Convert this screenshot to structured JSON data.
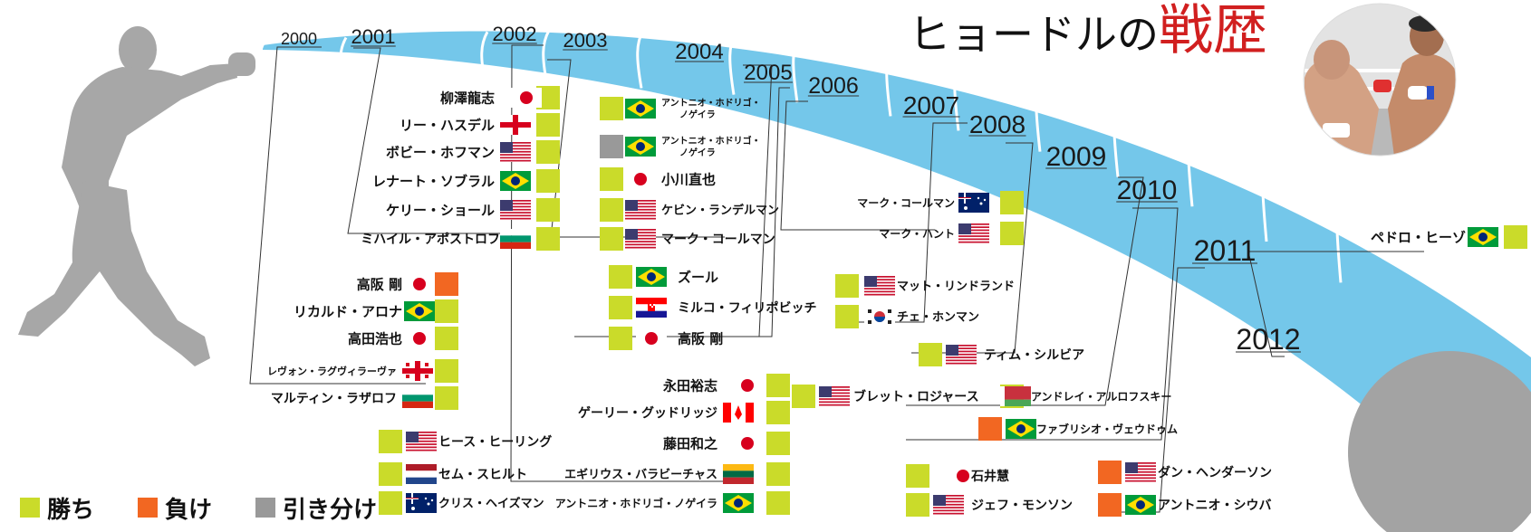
{
  "title": {
    "part1": "ヒョードルの",
    "part2": "戦歴"
  },
  "colors": {
    "win": "#cadb2a",
    "loss": "#f26722",
    "draw": "#999999",
    "arc": "#74c7ea",
    "figure": "#a7a7a7"
  },
  "legend": [
    {
      "label": "勝ち",
      "result": "win"
    },
    {
      "label": "負け",
      "result": "loss"
    },
    {
      "label": "引き分け",
      "result": "draw"
    }
  ],
  "years": [
    {
      "label": "2000"
    },
    {
      "label": "2001"
    },
    {
      "label": "2002"
    },
    {
      "label": "2003"
    },
    {
      "label": "2004"
    },
    {
      "label": "2005"
    },
    {
      "label": "2006"
    },
    {
      "label": "2007"
    },
    {
      "label": "2008"
    },
    {
      "label": "2009"
    },
    {
      "label": "2010"
    },
    {
      "label": "2011"
    },
    {
      "label": "2012"
    }
  ],
  "fights": [
    {
      "opponent": "柳澤龍志",
      "flag": "japan",
      "result": "win"
    },
    {
      "opponent": "リー・ハスデル",
      "flag": "england",
      "result": "win"
    },
    {
      "opponent": "ボビー・ホフマン",
      "flag": "usa",
      "result": "win"
    },
    {
      "opponent": "レナート・ソブラル",
      "flag": "brazil",
      "result": "win"
    },
    {
      "opponent": "ケリー・ショール",
      "flag": "usa",
      "result": "win"
    },
    {
      "opponent": "ミハイル・アポストロフ",
      "flag": "bulgaria",
      "result": "win"
    },
    {
      "opponent": "高阪 剛",
      "flag": "japan",
      "result": "loss"
    },
    {
      "opponent": "リカルド・アロナ",
      "flag": "brazil",
      "result": "win"
    },
    {
      "opponent": "高田浩也",
      "flag": "japan",
      "result": "win"
    },
    {
      "opponent": "レヴォン・ラグヴィラーヴァ",
      "flag": "georgia",
      "result": "win"
    },
    {
      "opponent": "マルティン・ラザロフ",
      "flag": "bulgaria",
      "result": "win"
    },
    {
      "opponent": "ヒース・ヒーリング",
      "flag": "usa",
      "result": "win"
    },
    {
      "opponent": "セム・スヒルト",
      "flag": "netherlands",
      "result": "win"
    },
    {
      "opponent": "クリス・ヘイズマン",
      "flag": "australia",
      "result": "win"
    },
    {
      "opponent": "アントニオ・ホドリゴ・ノゲイラ",
      "flag": "brazil",
      "result": "win"
    },
    {
      "opponent": "アントニオ・ホドリゴ・ノゲイラ",
      "flag": "brazil",
      "result": "draw"
    },
    {
      "opponent": "小川直也",
      "flag": "japan",
      "result": "win"
    },
    {
      "opponent": "ケビン・ランデルマン",
      "flag": "usa",
      "result": "win"
    },
    {
      "opponent": "マーク・コールマン",
      "flag": "usa",
      "result": "win"
    },
    {
      "opponent": "ズール",
      "flag": "brazil",
      "result": "win"
    },
    {
      "opponent": "ミルコ・フィリポビッチ",
      "flag": "croatia",
      "result": "win"
    },
    {
      "opponent": "高阪 剛",
      "flag": "japan",
      "result": "win"
    },
    {
      "opponent": "永田裕志",
      "flag": "japan",
      "result": "win"
    },
    {
      "opponent": "ゲーリー・グッドリッジ",
      "flag": "canada",
      "result": "win"
    },
    {
      "opponent": "藤田和之",
      "flag": "japan",
      "result": "win"
    },
    {
      "opponent": "エギリウス・バラビーチャス",
      "flag": "lithuania",
      "result": "win"
    },
    {
      "opponent": "アントニオ・ホドリゴ・ノゲイラ",
      "flag": "brazil",
      "result": "win"
    },
    {
      "opponent": "マーク・コールマン",
      "flag": "australia",
      "result": "win"
    },
    {
      "opponent": "マーク・ハント",
      "flag": "usa",
      "result": "win"
    },
    {
      "opponent": "マット・リンドランド",
      "flag": "usa",
      "result": "win"
    },
    {
      "opponent": "チェ・ホンマン",
      "flag": "korea",
      "result": "win"
    },
    {
      "opponent": "ティム・シルビア",
      "flag": "usa",
      "result": "win"
    },
    {
      "opponent": "ブレット・ロジャース",
      "flag": "usa",
      "result": "win"
    },
    {
      "opponent": "アンドレイ・アルロフスキー",
      "flag": "belarus",
      "result": "win"
    },
    {
      "opponent": "ファブリシオ・ヴェウドゥム",
      "flag": "brazil",
      "result": "loss"
    },
    {
      "opponent": "石井慧",
      "flag": "japan",
      "result": "win"
    },
    {
      "opponent": "ジェフ・モンソン",
      "flag": "usa",
      "result": "win"
    },
    {
      "opponent": "ダン・ヘンダーソン",
      "flag": "usa",
      "result": "loss"
    },
    {
      "opponent": "アントニオ・シウバ",
      "flag": "brazil",
      "result": "loss"
    },
    {
      "opponent": "ペドロ・ヒーゾ",
      "flag": "brazil",
      "result": "win"
    }
  ]
}
